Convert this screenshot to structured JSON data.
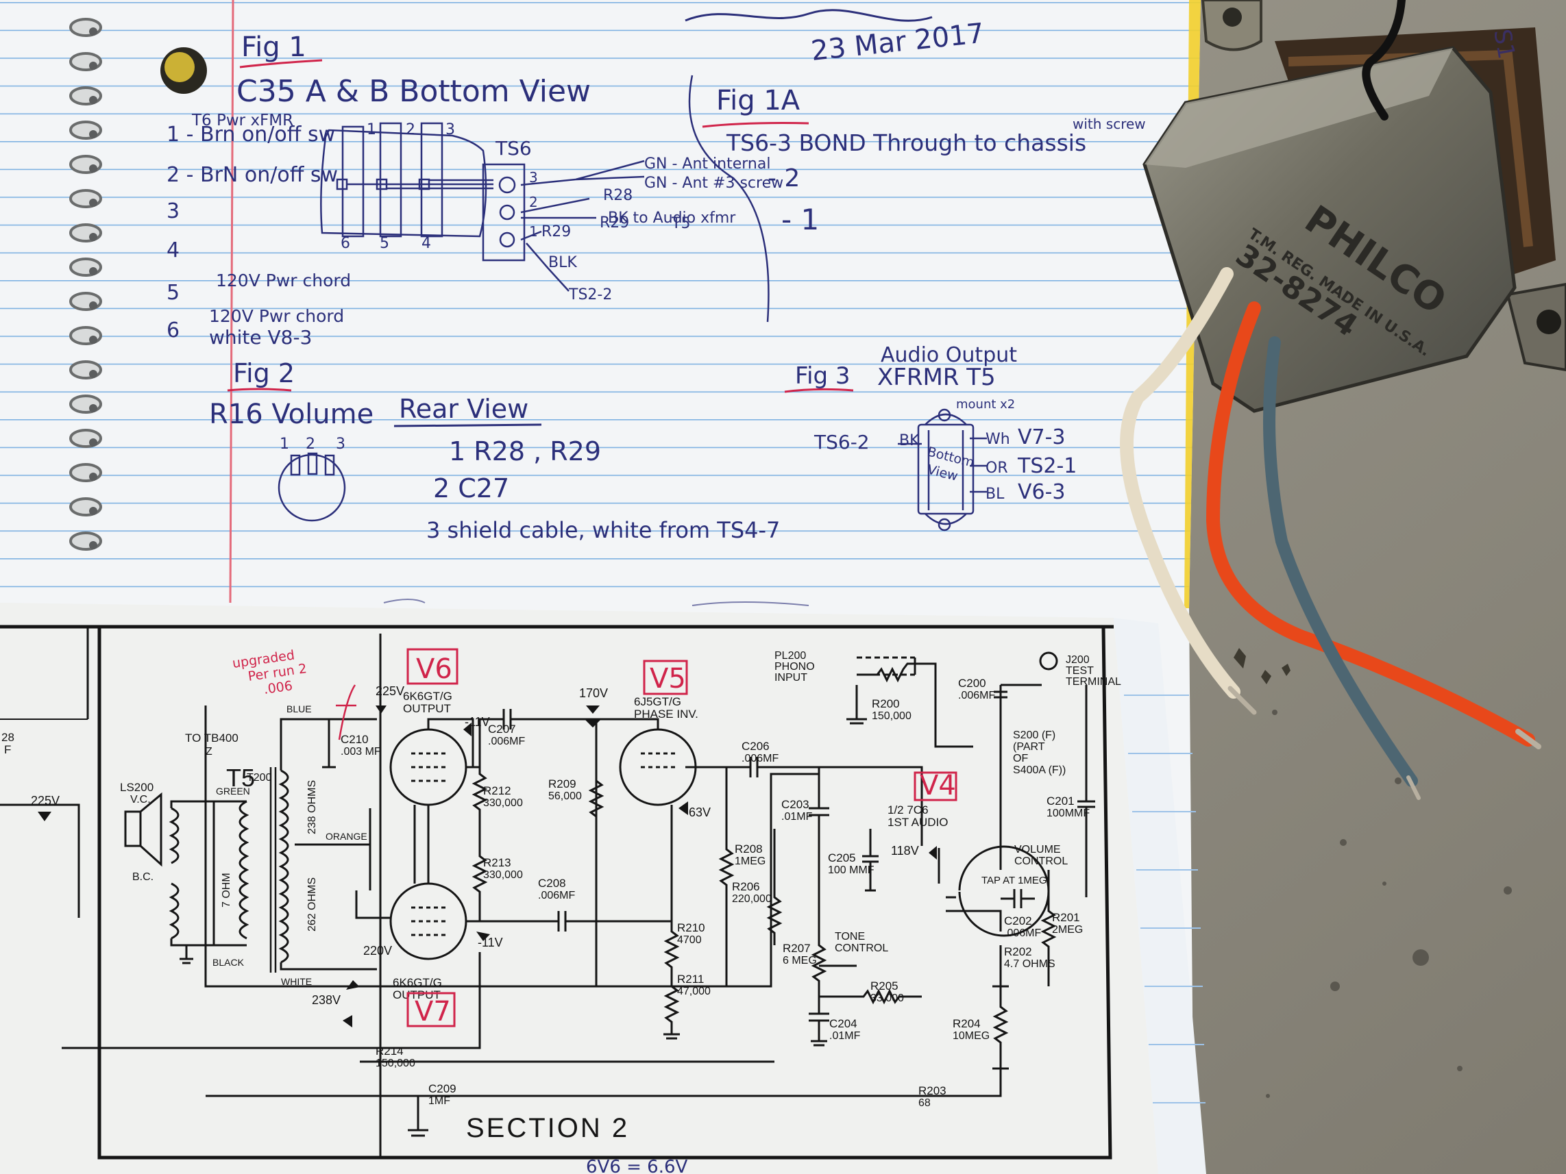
{
  "colors": {
    "workbench": "#8f8b80",
    "notebook_paper": "#f3f5f7",
    "rule_line": "#7fb2e2",
    "margin_line": "#e46a7a",
    "ink": "#2b2f7a",
    "red_ink": "#d0244a",
    "schematic_ink": "#151515",
    "wire_white": "#e6dcc6",
    "wire_orange": "#e8481a",
    "wire_blue": "#4d6672"
  },
  "notebook": {
    "signature": {
      "date": "23 Mar 2017"
    },
    "fig1": {
      "title": "Fig 1",
      "subtitle": "C35 A & B  Bottom View",
      "t6_header": "T6 Pwr xFMR",
      "left_list": [
        "1 - Brn on/off sw",
        "2 - BrN on/off sw",
        "3",
        "4",
        "5",
        "6"
      ],
      "line_120v_1": "120V Pwr chord",
      "line_120v_2": "120V Pwr chord",
      "line_white": "white  V8-3",
      "ts6": "TS6",
      "term_top_nums": [
        "1",
        "2",
        "3"
      ],
      "term_bot_nums": [
        "6",
        "5",
        "4"
      ],
      "ts6_pins": [
        "3",
        "2",
        "1"
      ],
      "labels": {
        "gn_int": "GN - Ant internal",
        "gn_ext": "GN - Ant #3 screw",
        "r28": "R28",
        "r29_1": "R29",
        "bk_audio": "BK to  Audio xfmr",
        "t5": "T5",
        "r29_2": "R29",
        "blk": "BLK",
        "ts2_2": "TS2-2"
      }
    },
    "fig1a": {
      "title": "Fig 1A",
      "note": "TS6-3  BOND Through to chassis",
      "with_screw": "with screw",
      "dash2": "- 2",
      "dash1": "- 1"
    },
    "fig2": {
      "title": "Fig 2",
      "subtitle": "R16 Volume",
      "rear": "Rear View",
      "pins": [
        "1",
        "2",
        "3"
      ],
      "items": [
        "1   R28 , R29",
        "2   C27",
        "3  shield cable, white from TS4-7"
      ]
    },
    "fig3": {
      "title": "Fig 3",
      "subtitle1": "Audio Output",
      "subtitle2": "XFRMR T5",
      "mount": "mount x2",
      "inside": [
        "Bottom",
        "View"
      ],
      "left_label": "TS6-2",
      "bk": "BK",
      "right": [
        {
          "wire": "Wh",
          "dest": "V7-3"
        },
        {
          "wire": "OR",
          "dest": "TS2-1"
        },
        {
          "wire": "BL",
          "dest": "V6-3"
        }
      ]
    }
  },
  "schematic": {
    "section": "SECTION 2",
    "bottom_note": "6V6 = 6.6V",
    "upgrade_note": [
      "upgraded",
      "Per run 2",
      ".006"
    ],
    "v6_box": "V6",
    "v7_box": "V7",
    "v5_box": "V5",
    "v4_box": "V4",
    "v6_desc": [
      "6K6GT/G",
      "OUTPUT"
    ],
    "v7_desc": [
      "6K6GT/G",
      "OUTPUT"
    ],
    "v5_desc": [
      "6J5GT/G",
      "PHASE INV."
    ],
    "v4_desc": [
      "1/2  7C6",
      "1ST  AUDIO"
    ],
    "voltages": [
      "225V",
      "170V",
      "-11V",
      "63V",
      "118V",
      "-11V",
      "220V",
      "238V",
      "225V"
    ],
    "t5": {
      "to": "TO TB400",
      "z": "Z",
      "name": "T5",
      "code": "T200",
      "ohm1": "238 OHMS",
      "ohm2": "262 OHMS",
      "blue": "BLUE",
      "orange": "ORANGE",
      "white": "WHITE"
    },
    "speaker": {
      "ls": "LS200",
      "vc": "V.C.",
      "bc": "B.C.",
      "green": "GREEN",
      "black": "BLACK",
      "ohm": "7 OHM"
    },
    "components": [
      {
        "id": "C210",
        "val": ".003 MF"
      },
      {
        "id": "C207",
        "val": ".006MF"
      },
      {
        "id": "R212",
        "val": "330,000"
      },
      {
        "id": "R213",
        "val": "330,000"
      },
      {
        "id": "R209",
        "val": "56,000"
      },
      {
        "id": "C208",
        "val": ".006MF"
      },
      {
        "id": "C206",
        "val": ".006MF"
      },
      {
        "id": "R208",
        "val": "1MEG"
      },
      {
        "id": "R206",
        "val": "220,000"
      },
      {
        "id": "R210",
        "val": "4700"
      },
      {
        "id": "R211",
        "val": "47,000"
      },
      {
        "id": "C203",
        "val": ".01MF"
      },
      {
        "id": "C205",
        "val": "100 MMF"
      },
      {
        "id": "R207",
        "val": "6 MEG"
      },
      {
        "id": "R205",
        "val": "33,000"
      },
      {
        "id": "C204",
        "val": ".01MF"
      },
      {
        "id": "R214",
        "val": "150,000"
      },
      {
        "id": "C209",
        "val": "1MF"
      },
      {
        "id": "R203",
        "val": "68"
      },
      {
        "id": "R204",
        "val": "10MEG"
      },
      {
        "id": "R202",
        "val": "4.7 OHMS"
      },
      {
        "id": "R201",
        "val": "2MEG"
      },
      {
        "id": "C202",
        "val": ".006MF"
      },
      {
        "id": "C201",
        "val": "100MMF"
      },
      {
        "id": "C200",
        "val": ".006MF"
      },
      {
        "id": "R200",
        "val": "150,000"
      }
    ],
    "phono": [
      "PL200",
      "PHONO",
      "INPUT"
    ],
    "test": [
      "J200",
      "TEST",
      "TERMINAL"
    ],
    "switch": [
      "S200 (F)",
      "(PART",
      "OF",
      "S400A (F))"
    ],
    "tone": [
      "TONE",
      "CONTROL"
    ],
    "volume": [
      "VOLUME",
      "CONTROL"
    ],
    "tap": "TAP AT 1MEG",
    "edge_labels": [
      "28",
      "F"
    ]
  },
  "transformer": {
    "brand": "PHILCO",
    "reg": "T.M. REG. MADE IN U.S.A.",
    "part": "32-8274",
    "pencil_mark": "S1"
  }
}
